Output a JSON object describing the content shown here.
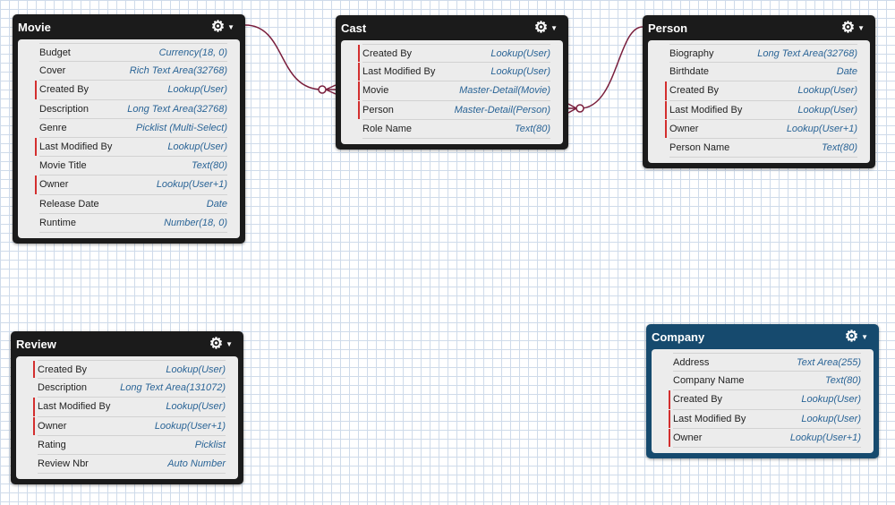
{
  "entities": [
    {
      "id": "movie",
      "title": "Movie",
      "color": "#1b1b1b",
      "fields": [
        {
          "name": "Budget",
          "type": "Currency(18, 0)",
          "required": false
        },
        {
          "name": "Cover",
          "type": "Rich Text Area(32768)",
          "required": false
        },
        {
          "name": "Created By",
          "type": "Lookup(User)",
          "required": true
        },
        {
          "name": "Description",
          "type": "Long Text Area(32768)",
          "required": false
        },
        {
          "name": "Genre",
          "type": "Picklist (Multi-Select)",
          "required": false
        },
        {
          "name": "Last Modified By",
          "type": "Lookup(User)",
          "required": true
        },
        {
          "name": "Movie Title",
          "type": "Text(80)",
          "required": false
        },
        {
          "name": "Owner",
          "type": "Lookup(User+1)",
          "required": true
        },
        {
          "name": "Release Date",
          "type": "Date",
          "required": false
        },
        {
          "name": "Runtime",
          "type": "Number(18, 0)",
          "required": false
        }
      ]
    },
    {
      "id": "cast",
      "title": "Cast",
      "color": "#1b1b1b",
      "fields": [
        {
          "name": "Created By",
          "type": "Lookup(User)",
          "required": true
        },
        {
          "name": "Last Modified By",
          "type": "Lookup(User)",
          "required": true
        },
        {
          "name": "Movie",
          "type": "Master-Detail(Movie)",
          "required": true
        },
        {
          "name": "Person",
          "type": "Master-Detail(Person)",
          "required": true
        },
        {
          "name": "Role Name",
          "type": "Text(80)",
          "required": false
        }
      ]
    },
    {
      "id": "person",
      "title": "Person",
      "color": "#1b1b1b",
      "fields": [
        {
          "name": "Biography",
          "type": "Long Text Area(32768)",
          "required": false
        },
        {
          "name": "Birthdate",
          "type": "Date",
          "required": false
        },
        {
          "name": "Created By",
          "type": "Lookup(User)",
          "required": true
        },
        {
          "name": "Last Modified By",
          "type": "Lookup(User)",
          "required": true
        },
        {
          "name": "Owner",
          "type": "Lookup(User+1)",
          "required": true
        },
        {
          "name": "Person Name",
          "type": "Text(80)",
          "required": false
        }
      ]
    },
    {
      "id": "review",
      "title": "Review",
      "color": "#1b1b1b",
      "fields": [
        {
          "name": "Created By",
          "type": "Lookup(User)",
          "required": true
        },
        {
          "name": "Description",
          "type": "Long Text Area(131072)",
          "required": false
        },
        {
          "name": "Last Modified By",
          "type": "Lookup(User)",
          "required": true
        },
        {
          "name": "Owner",
          "type": "Lookup(User+1)",
          "required": true
        },
        {
          "name": "Rating",
          "type": "Picklist",
          "required": false
        },
        {
          "name": "Review Nbr",
          "type": "Auto Number",
          "required": false
        }
      ]
    },
    {
      "id": "company",
      "title": "Company",
      "color": "#164a6e",
      "fields": [
        {
          "name": "Address",
          "type": "Text Area(255)",
          "required": false
        },
        {
          "name": "Company Name",
          "type": "Text(80)",
          "required": false
        },
        {
          "name": "Created By",
          "type": "Lookup(User)",
          "required": true
        },
        {
          "name": "Last Modified By",
          "type": "Lookup(User)",
          "required": true
        },
        {
          "name": "Owner",
          "type": "Lookup(User+1)",
          "required": true
        }
      ]
    }
  ],
  "relationships": [
    {
      "from": "movie",
      "to": "cast"
    },
    {
      "from": "person",
      "to": "cast"
    }
  ],
  "link_color": "#7a1f3d"
}
